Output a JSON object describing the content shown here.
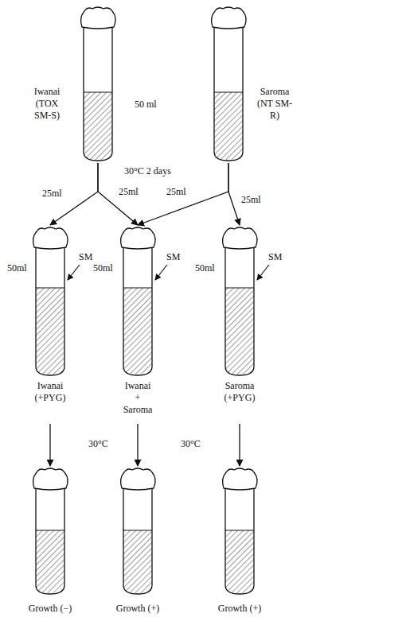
{
  "diagram": {
    "nodes": [
      {
        "text": [
          "Iwanai (TOX SM-S)"
        ]
      },
      {
        "text": [
          "Saroma (NT SM-R)"
        ]
      },
      {
        "text": [
          "Iwanai (+PYG)"
        ]
      },
      {
        "text": [
          "Iwanai + Saroma"
        ]
      },
      {
        "text": [
          "Saroma (+PYG)"
        ]
      },
      {
        "text": [
          "Growth (−)"
        ]
      },
      {
        "text": [
          "Growth (+)"
        ]
      },
      {
        "text": [
          "Growth (+)"
        ]
      }
    ],
    "edges": [
      {
        "from": 0,
        "to": 2,
        "label": "25ml",
        "arrow": "to"
      },
      {
        "from": 0,
        "to": 3,
        "label": "25ml",
        "arrow": "to"
      },
      {
        "from": 1,
        "to": 3,
        "label": "25ml",
        "arrow": "to"
      },
      {
        "from": 1,
        "to": 4,
        "label": "25ml",
        "arrow": "to"
      },
      {
        "from": 2,
        "to": 5,
        "arrow": "to"
      },
      {
        "from": 3,
        "to": 6,
        "arrow": "to"
      },
      {
        "from": 4,
        "to": 7,
        "arrow": "to"
      }
    ],
    "labels": [
      "50 ml",
      "30°C 2 days",
      "50ml",
      "50ml",
      "50ml",
      "SM",
      "SM",
      "SM",
      "30°C",
      "30°C"
    ]
  }
}
